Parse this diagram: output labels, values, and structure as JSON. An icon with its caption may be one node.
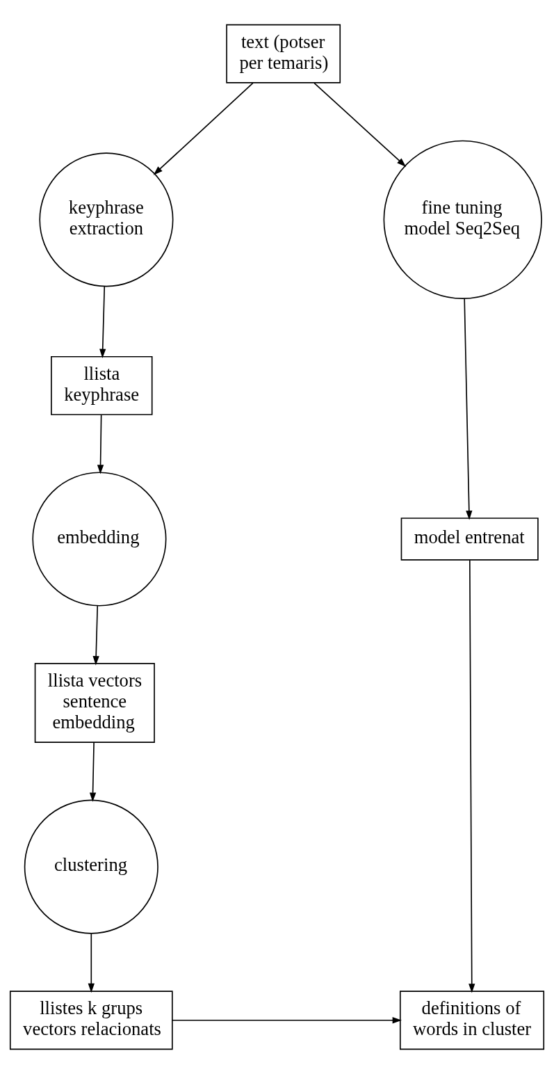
{
  "diagram": {
    "nodes": [
      {
        "text": [
          "text (potser per temaris)"
        ]
      },
      {
        "text": [
          "keyphrase extraction"
        ]
      },
      {
        "text": [
          "fine tuning model Seq2Seq"
        ]
      },
      {
        "text": [
          "llista keyphrase"
        ]
      },
      {
        "text": [
          "model entrenat"
        ]
      },
      {
        "text": [
          "embedding"
        ]
      },
      {
        "text": [
          "llista vectors sentence embedding"
        ]
      },
      {
        "text": [
          "clustering"
        ]
      },
      {
        "text": [
          "llistes k grups vectors relacionats"
        ]
      },
      {
        "text": [
          "definitions of words in cluster"
        ]
      }
    ],
    "edges": [
      {
        "from": 0,
        "to": 1,
        "arrow": "to"
      },
      {
        "from": 0,
        "to": 2,
        "arrow": "to"
      },
      {
        "from": 1,
        "to": 3,
        "arrow": "to"
      },
      {
        "from": 3,
        "to": 5,
        "arrow": "to"
      },
      {
        "from": 5,
        "to": 6,
        "arrow": "to"
      },
      {
        "from": 6,
        "to": 7,
        "arrow": "to"
      },
      {
        "from": 7,
        "to": 8,
        "arrow": "to"
      },
      {
        "from": 2,
        "to": 4,
        "arrow": "to"
      },
      {
        "from": 4,
        "to": 9,
        "arrow": "to"
      },
      {
        "from": 8,
        "to": 9,
        "arrow": "to"
      }
    ]
  }
}
